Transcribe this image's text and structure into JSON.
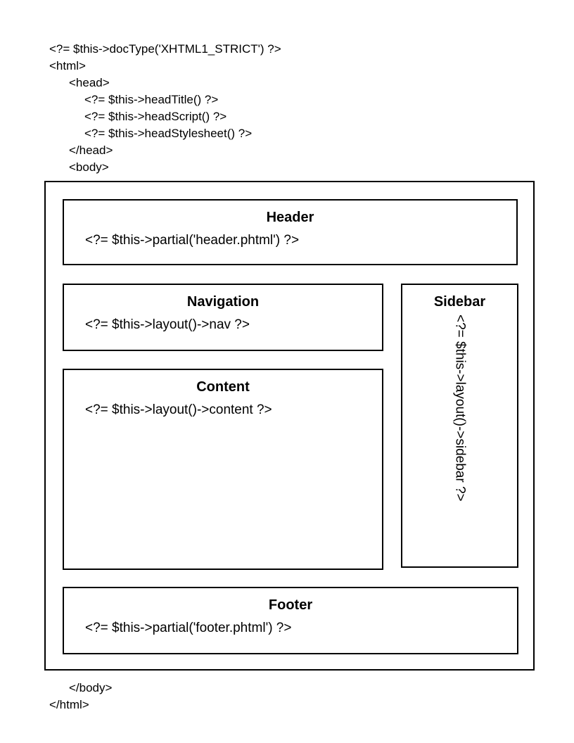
{
  "top_code": {
    "lines": [
      {
        "indent": 0,
        "text": "<?= $this->docType('XHTML1_STRICT') ?>"
      },
      {
        "indent": 0,
        "text": "<html>"
      },
      {
        "indent": 1,
        "text": "<head>"
      },
      {
        "indent": 2,
        "text": "<?= $this->headTitle() ?>"
      },
      {
        "indent": 2,
        "text": "<?= $this->headScript() ?>"
      },
      {
        "indent": 2,
        "text": "<?= $this->headStylesheet() ?>"
      },
      {
        "indent": 1,
        "text": "</head>"
      },
      {
        "indent": 1,
        "text": "<body>"
      }
    ]
  },
  "diagram": {
    "header": {
      "title": "Header",
      "code": "<?= $this->partial('header.phtml') ?>"
    },
    "navigation": {
      "title": "Navigation",
      "code": "<?= $this->layout()->nav ?>"
    },
    "content": {
      "title": "Content",
      "code": "<?= $this->layout()->content ?>"
    },
    "sidebar": {
      "title": "Sidebar",
      "code": "<?= $this->layout()->sidebar ?>"
    },
    "footer": {
      "title": "Footer",
      "code": "<?= $this->partial('footer.phtml') ?>"
    }
  },
  "bottom_code": {
    "lines": [
      {
        "indent": 1,
        "text": "</body>"
      },
      {
        "indent": 0,
        "text": "</html>"
      }
    ]
  },
  "colors": {
    "background": "#ffffff",
    "border": "#000000",
    "text": "#000000"
  }
}
